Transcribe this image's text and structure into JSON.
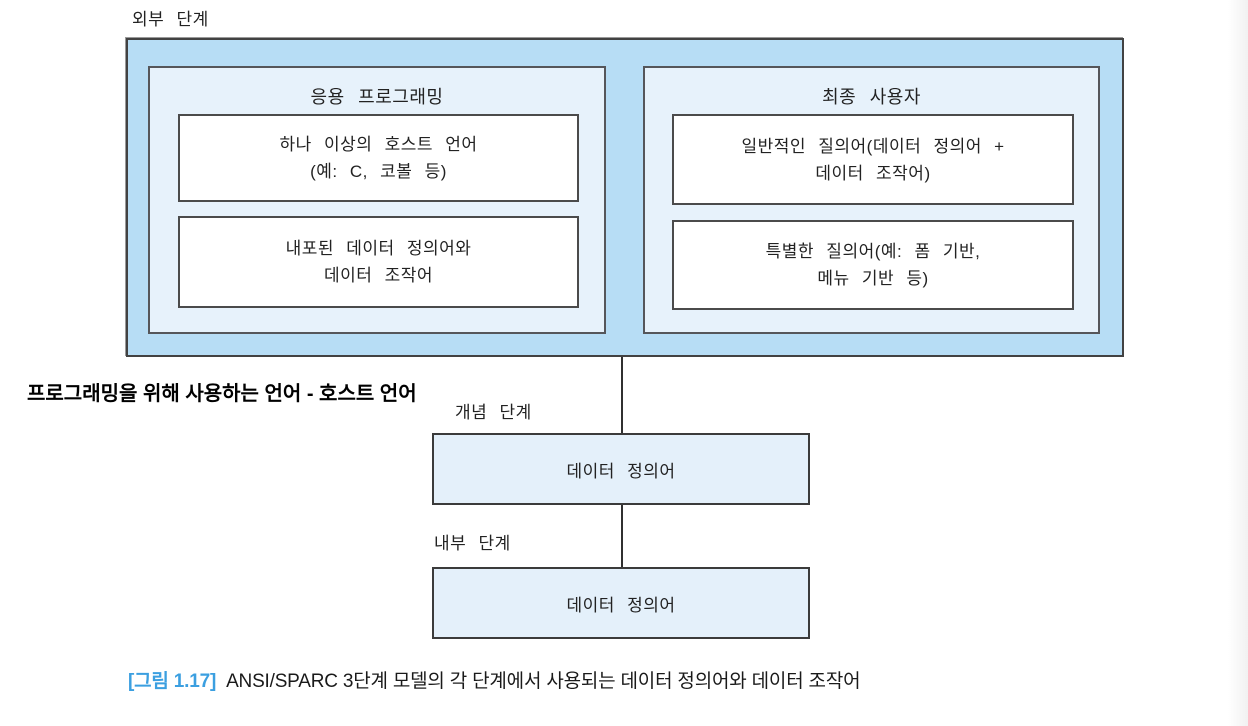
{
  "colors": {
    "outer_fill": "#b7ddf5",
    "panel_fill": "#e7f2fb",
    "inner_box_fill": "#ffffff",
    "level_box_fill": "#e4f0fa",
    "border_dark": "#424242",
    "caption_accent": "#3b9fe0",
    "text": "#1a1a1a"
  },
  "diagram": {
    "external_level": {
      "label": "외부 단계",
      "left_panel": {
        "title": "응용 프로그래밍",
        "boxes": [
          {
            "line1": "하나 이상의 호스트 언어",
            "line2": "(예: C, 코볼 등)"
          },
          {
            "line1": "내포된 데이터 정의어와",
            "line2": "데이터 조작어"
          }
        ]
      },
      "right_panel": {
        "title": "최종 사용자",
        "boxes": [
          {
            "line1": "일반적인 질의어(데이터 정의어 +",
            "line2": "데이터 조작어)"
          },
          {
            "line1": "특별한 질의어(예: 폼 기반,",
            "line2": "메뉴 기반 등)"
          }
        ]
      }
    },
    "annotation": "프로그래밍을 위해 사용하는 언어 - 호스트 언어",
    "conceptual_level": {
      "label": "개념 단계",
      "box_text": "데이터 정의어"
    },
    "internal_level": {
      "label": "내부 단계",
      "box_text": "데이터 정의어"
    }
  },
  "caption": {
    "tag": "[그림 1.17]",
    "text": "ANSI/SPARC 3단계 모델의 각 단계에서 사용되는 데이터 정의어와 데이터 조작어"
  }
}
